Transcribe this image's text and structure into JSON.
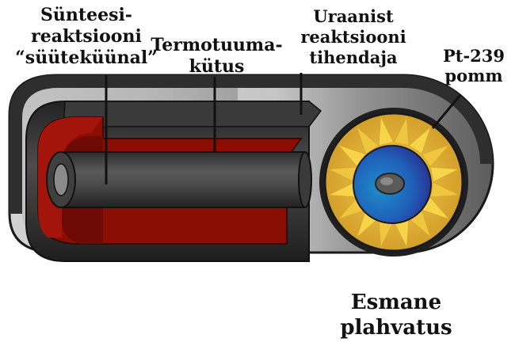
{
  "labels": {
    "spark_plug": [
      "Sünteesi-",
      "reaktsiooni",
      "“süüteküünal”"
    ],
    "fusion_fuel": [
      "Termotuuma-",
      "kütus"
    ],
    "tamper": [
      "Uraanist",
      "reaktsiooni",
      "tihendaja"
    ],
    "pit": [
      "Pt-239",
      "pomm"
    ],
    "primary": [
      "Esmane",
      "plahvatus"
    ]
  },
  "colors": {
    "casing_dark": "#2a2a2a",
    "casing_light": "#c9c9c9",
    "radiation_channel": "#a9a9a9",
    "tamper_gray": "#3c3c3c",
    "fusion_fuel_red": "#8b0e05",
    "primary_gold": "#e3b53c",
    "primary_yellow": "#f7d44a",
    "pit_blue": "#1f4fb0",
    "core_gray": "#555555"
  }
}
